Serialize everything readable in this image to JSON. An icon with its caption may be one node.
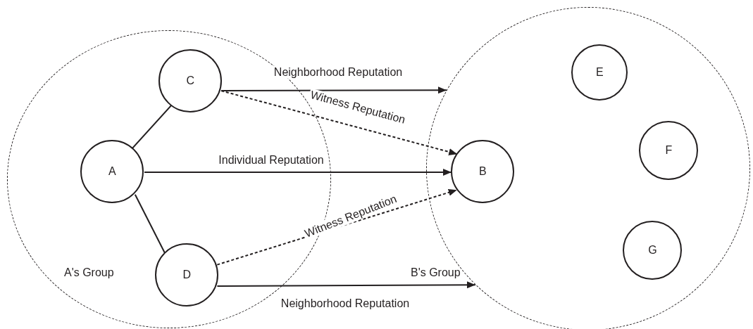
{
  "diagram": {
    "nodes": [
      {
        "text": [
          "A's Group"
        ]
      },
      {
        "text": [
          "A"
        ],
        "in": 0
      },
      {
        "text": [
          "C"
        ],
        "in": 0
      },
      {
        "text": [
          "D"
        ],
        "in": 0
      },
      {
        "text": [
          "B's Group"
        ]
      },
      {
        "text": [
          "B"
        ],
        "in": 4
      },
      {
        "text": [
          "E"
        ],
        "in": 4
      },
      {
        "text": [
          "F"
        ],
        "in": 4
      },
      {
        "text": [
          "G"
        ],
        "in": 4
      }
    ],
    "edges": [
      {
        "from": 1,
        "to": 2,
        "arrow": "none"
      },
      {
        "from": 1,
        "to": 3,
        "arrow": "none"
      },
      {
        "from": 2,
        "to": 4,
        "arrow": "to",
        "label": "Neighborhood Reputation"
      },
      {
        "from": 2,
        "to": 5,
        "arrow": "to",
        "label": "Witness Reputation",
        "style": "dashed"
      },
      {
        "from": 1,
        "to": 5,
        "arrow": "to",
        "label": "Individual Reputation"
      },
      {
        "from": 3,
        "to": 5,
        "arrow": "to",
        "label": "Witness Reputation",
        "style": "dashed"
      },
      {
        "from": 3,
        "to": 4,
        "arrow": "to",
        "label": "Neighborhood Reputation"
      }
    ]
  }
}
